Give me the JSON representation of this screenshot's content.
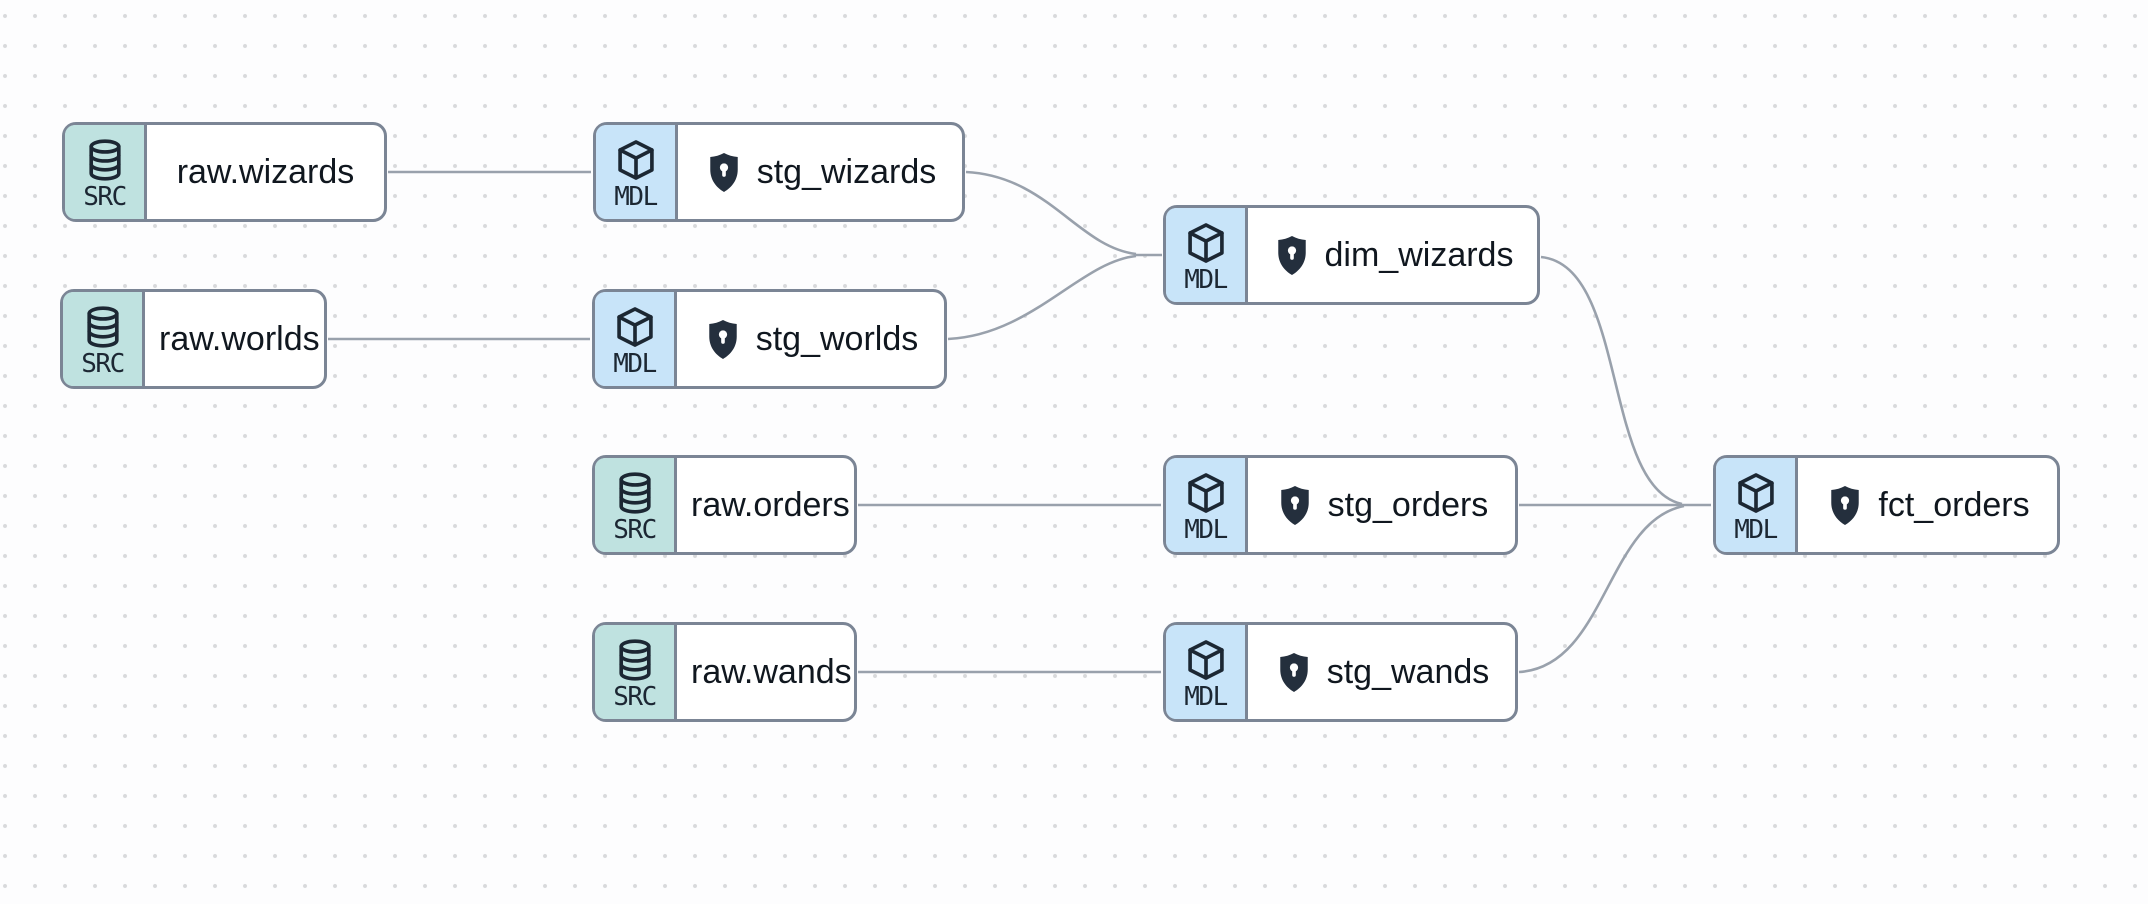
{
  "diagram": {
    "type": "data-lineage-graph",
    "nodes": [
      {
        "id": "raw.wizards",
        "type": "source",
        "type_label": "SRC",
        "label": "raw.wizards",
        "protected": false
      },
      {
        "id": "raw.worlds",
        "type": "source",
        "type_label": "SRC",
        "label": "raw.worlds",
        "protected": false
      },
      {
        "id": "stg_wizards",
        "type": "model",
        "type_label": "MDL",
        "label": "stg_wizards",
        "protected": true
      },
      {
        "id": "stg_worlds",
        "type": "model",
        "type_label": "MDL",
        "label": "stg_worlds",
        "protected": true
      },
      {
        "id": "dim_wizards",
        "type": "model",
        "type_label": "MDL",
        "label": "dim_wizards",
        "protected": true
      },
      {
        "id": "raw.orders",
        "type": "source",
        "type_label": "SRC",
        "label": "raw.orders",
        "protected": false
      },
      {
        "id": "raw.wands",
        "type": "source",
        "type_label": "SRC",
        "label": "raw.wands",
        "protected": false
      },
      {
        "id": "stg_orders",
        "type": "model",
        "type_label": "MDL",
        "label": "stg_orders",
        "protected": true
      },
      {
        "id": "stg_wands",
        "type": "model",
        "type_label": "MDL",
        "label": "stg_wands",
        "protected": true
      },
      {
        "id": "fct_orders",
        "type": "model",
        "type_label": "MDL",
        "label": "fct_orders",
        "protected": true
      }
    ],
    "edges": [
      {
        "from": "raw.wizards",
        "to": "stg_wizards"
      },
      {
        "from": "raw.worlds",
        "to": "stg_worlds"
      },
      {
        "from": "stg_wizards",
        "to": "dim_wizards"
      },
      {
        "from": "stg_worlds",
        "to": "dim_wizards"
      },
      {
        "from": "raw.orders",
        "to": "stg_orders"
      },
      {
        "from": "raw.wands",
        "to": "stg_wands"
      },
      {
        "from": "dim_wizards",
        "to": "fct_orders"
      },
      {
        "from": "stg_orders",
        "to": "fct_orders"
      },
      {
        "from": "stg_wands",
        "to": "fct_orders"
      }
    ],
    "colors": {
      "source_badge_bg": "#bfe2e0",
      "model_badge_bg": "#c8e4f9",
      "node_border": "#7b8595",
      "node_bg": "#ffffff",
      "edge": "#99a1ac",
      "text": "#10171f",
      "shield_fill": "#242f3d",
      "canvas_bg": "#fdfdfe",
      "grid_dot": "#d8d9db"
    },
    "icons": {
      "source": "database-icon",
      "model": "cube-icon",
      "protected": "shield-lock-icon"
    }
  }
}
